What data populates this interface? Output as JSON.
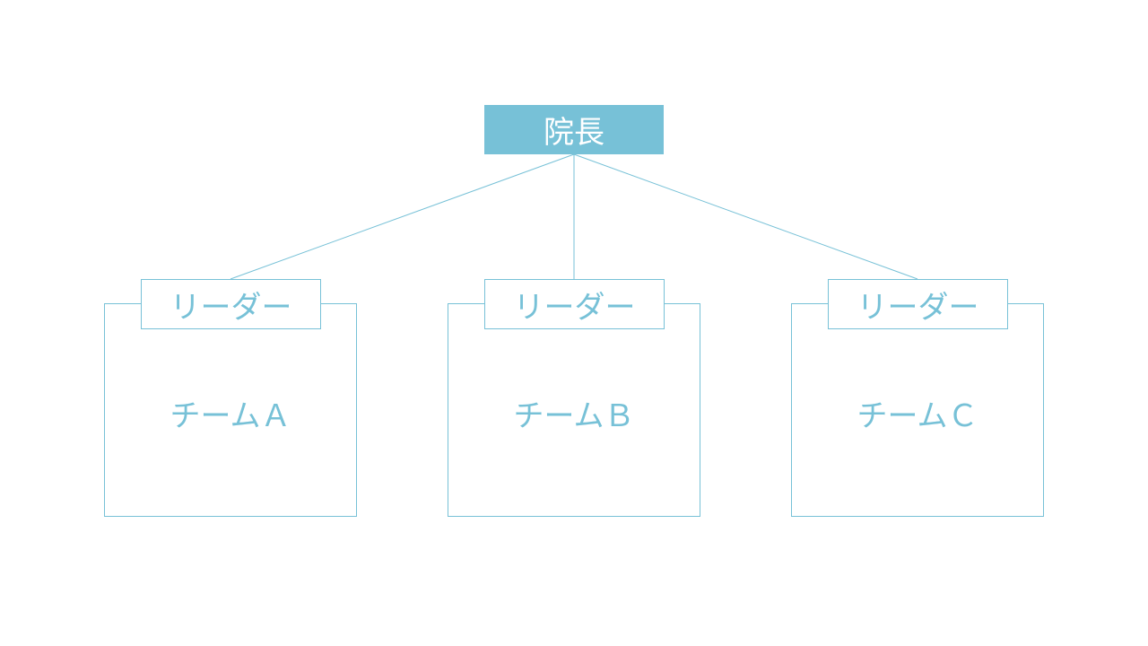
{
  "diagram": {
    "head": {
      "label": "院長"
    },
    "teams": [
      {
        "leader_label": "リーダー",
        "team_label": "チームＡ"
      },
      {
        "leader_label": "リーダー",
        "team_label": "チームＢ"
      },
      {
        "leader_label": "リーダー",
        "team_label": "チームＣ"
      }
    ]
  },
  "colors": {
    "accent": "#77c1d7",
    "background": "#ffffff"
  }
}
